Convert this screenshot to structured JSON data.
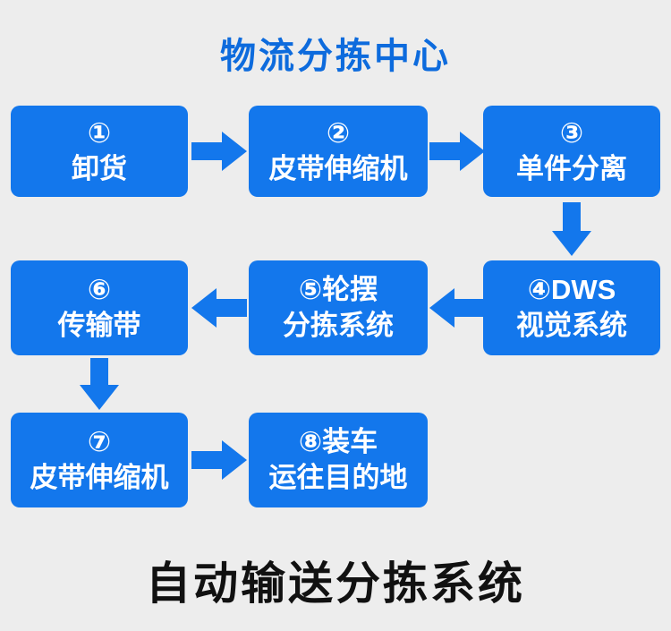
{
  "diagram": {
    "title_top": "物流分拣中心",
    "title_bottom": "自动输送分拣系统",
    "nodes": [
      {
        "step": "1",
        "line1": "①",
        "line2": "卸货"
      },
      {
        "step": "2",
        "line1": "②",
        "line2": "皮带伸缩机"
      },
      {
        "step": "3",
        "line1": "③",
        "line2": "单件分离"
      },
      {
        "step": "4",
        "line1": "④DWS",
        "line2": "视觉系统"
      },
      {
        "step": "5",
        "line1": "⑤轮摆",
        "line2": "分拣系统"
      },
      {
        "step": "6",
        "line1": "⑥",
        "line2": "传输带"
      },
      {
        "step": "7",
        "line1": "⑦",
        "line2": "皮带伸缩机"
      },
      {
        "step": "8",
        "line1": "⑧装车",
        "line2": "运往目的地"
      }
    ],
    "arrows": [
      {
        "from": 1,
        "to": 2,
        "direction": "right"
      },
      {
        "from": 2,
        "to": 3,
        "direction": "right"
      },
      {
        "from": 3,
        "to": 4,
        "direction": "down"
      },
      {
        "from": 4,
        "to": 5,
        "direction": "left"
      },
      {
        "from": 5,
        "to": 6,
        "direction": "left"
      },
      {
        "from": 6,
        "to": 7,
        "direction": "down"
      },
      {
        "from": 7,
        "to": 8,
        "direction": "right"
      }
    ]
  },
  "colors": {
    "background": "#ededed",
    "box_blue": "#1377ec",
    "title_blue": "#0d6bdd",
    "box_text": "#ffffff",
    "title_black": "#111111"
  }
}
